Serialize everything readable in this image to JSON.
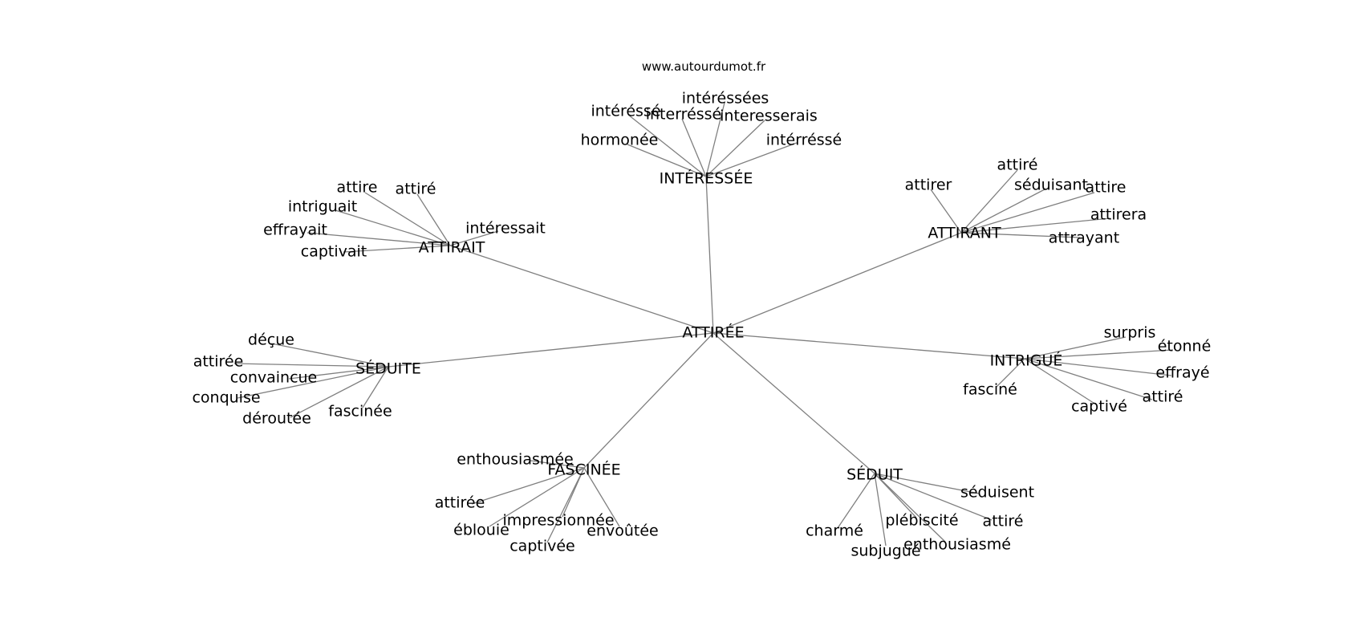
{
  "header": {
    "site": "www.autourdumot.fr"
  },
  "graph": {
    "center": "ATTIRÉE",
    "hubs": [
      {
        "label": "INTÉRESSÉE",
        "leaves": [
          "intéréssé",
          "interréssé",
          "intéréssées",
          "interesserais",
          "hormonée",
          "intérréssé"
        ]
      },
      {
        "label": "ATTIRAIT",
        "leaves": [
          "attire",
          "attiré",
          "intriguait",
          "effrayait",
          "captivait",
          "intéressait"
        ]
      },
      {
        "label": "ATTIRANT",
        "leaves": [
          "attiré",
          "attirer",
          "séduisant",
          "attire",
          "attirera",
          "attrayant"
        ]
      },
      {
        "label": "SÉDUITE",
        "leaves": [
          "déçue",
          "attirée",
          "convaincue",
          "conquise",
          "déroutée",
          "fascinée"
        ]
      },
      {
        "label": "INTRIGUÉ",
        "leaves": [
          "surpris",
          "étonné",
          "effrayé",
          "attiré",
          "captivé",
          "fasciné"
        ]
      },
      {
        "label": "FASCINÉE",
        "leaves": [
          "enthousiasmée",
          "attirée",
          "éblouie",
          "impressionnée",
          "envoûtée",
          "captivée"
        ]
      },
      {
        "label": "SÉDUIT",
        "leaves": [
          "séduisent",
          "attiré",
          "plébiscité",
          "enthousiasmé",
          "subjugué",
          "charmé"
        ]
      }
    ],
    "colors": {
      "edge": "#7f7f7f",
      "text": "#000000",
      "background": "#ffffff"
    }
  }
}
